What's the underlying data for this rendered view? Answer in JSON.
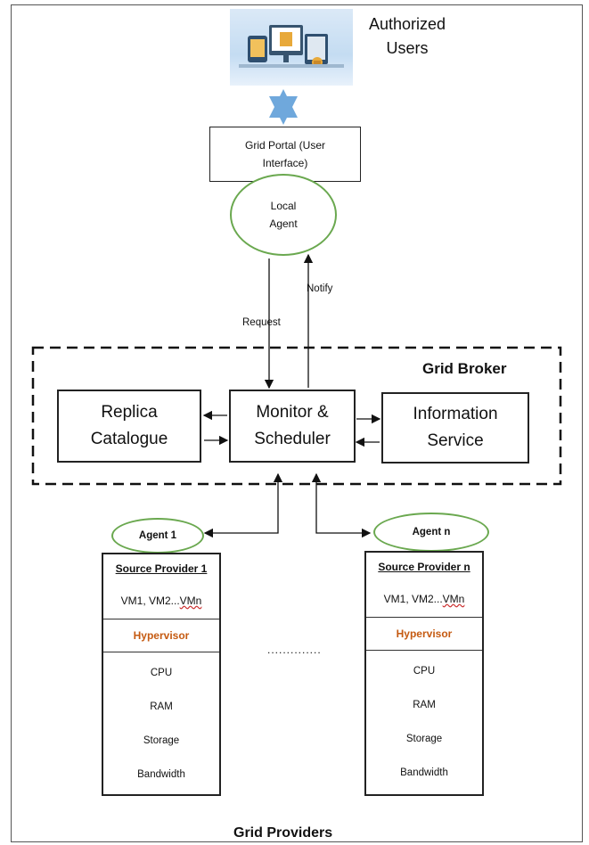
{
  "users": {
    "label_line1": "Authorized",
    "label_line2": "Users"
  },
  "portal": {
    "line1": "Grid Portal (User",
    "line2": "Interface)"
  },
  "local_agent": {
    "line1": "Local",
    "line2": "Agent"
  },
  "arrows": {
    "request": "Request",
    "notify": "Notify"
  },
  "broker": {
    "title": "Grid Broker",
    "replica": {
      "line1": "Replica",
      "line2": "Catalogue"
    },
    "monitor": {
      "line1": "Monitor &",
      "line2": "Scheduler"
    },
    "info": {
      "line1": "Information",
      "line2": "Service"
    }
  },
  "providers": [
    {
      "agent": "Agent 1",
      "title": "Source Provider 1",
      "vms_prefix": "VM1, VM2... ",
      "vms_last": "VMn",
      "hypervisor": "Hypervisor",
      "resources": [
        "CPU",
        "RAM",
        "Storage",
        "Bandwidth"
      ]
    },
    {
      "agent": "Agent n",
      "title": "Source Provider n",
      "vms_prefix": "VM1, VM2... ",
      "vms_last": "VMn",
      "hypervisor": "Hypervisor",
      "resources": [
        "CPU",
        "RAM",
        "Storage",
        "Bandwidth"
      ]
    }
  ],
  "ellipsis": "..............",
  "footer": "Grid Providers",
  "colors": {
    "agent_border": "#6aa84f",
    "hypervisor_text": "#c55a11",
    "double_arrow": "#6fa8dc"
  },
  "icons": {
    "users_image": "users-devices-illustration"
  }
}
